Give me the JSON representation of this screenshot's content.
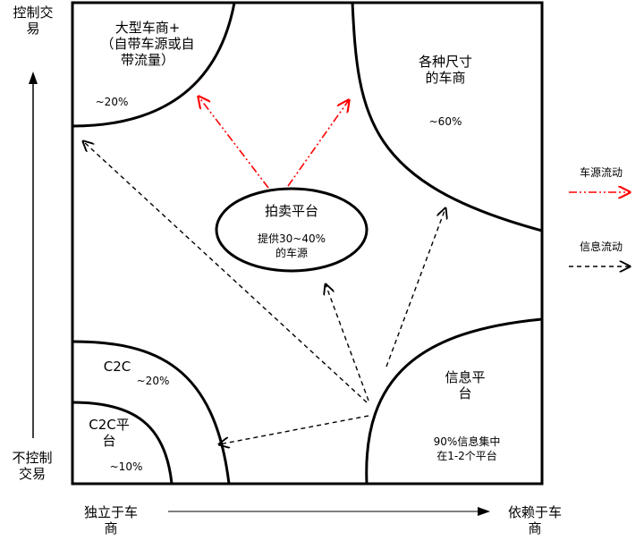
{
  "axes": {
    "y_top": [
      "控制交",
      "易"
    ],
    "y_bottom": [
      "不控制",
      "交易"
    ],
    "x_left": [
      "独立于车",
      "商"
    ],
    "x_right": [
      "依赖于车",
      "商"
    ]
  },
  "regions": {
    "large_dealer": {
      "lines": [
        "大型车商+",
        "（自带车源或自",
        "带流量）"
      ],
      "share": "~20%"
    },
    "all_size_dealers": {
      "lines": [
        "各种尺寸",
        "的车商"
      ],
      "share": "~60%"
    },
    "auction_platform": {
      "title": "拍卖平台",
      "desc": [
        "提供30~40%",
        "的车源"
      ]
    },
    "c2c": {
      "title": "C2C",
      "share": "~20%"
    },
    "c2c_platform": {
      "lines": [
        "C2C平",
        "台"
      ],
      "share": "~10%"
    },
    "info_platform": {
      "lines": [
        "信息平",
        "台"
      ],
      "desc": [
        "90%信息集中",
        "在1-2个平台"
      ]
    }
  },
  "legend": {
    "car_flow": "车源流动",
    "info_flow": "信息流动"
  },
  "colors": {
    "car_flow": "#ff0000",
    "info_flow": "#000000"
  }
}
